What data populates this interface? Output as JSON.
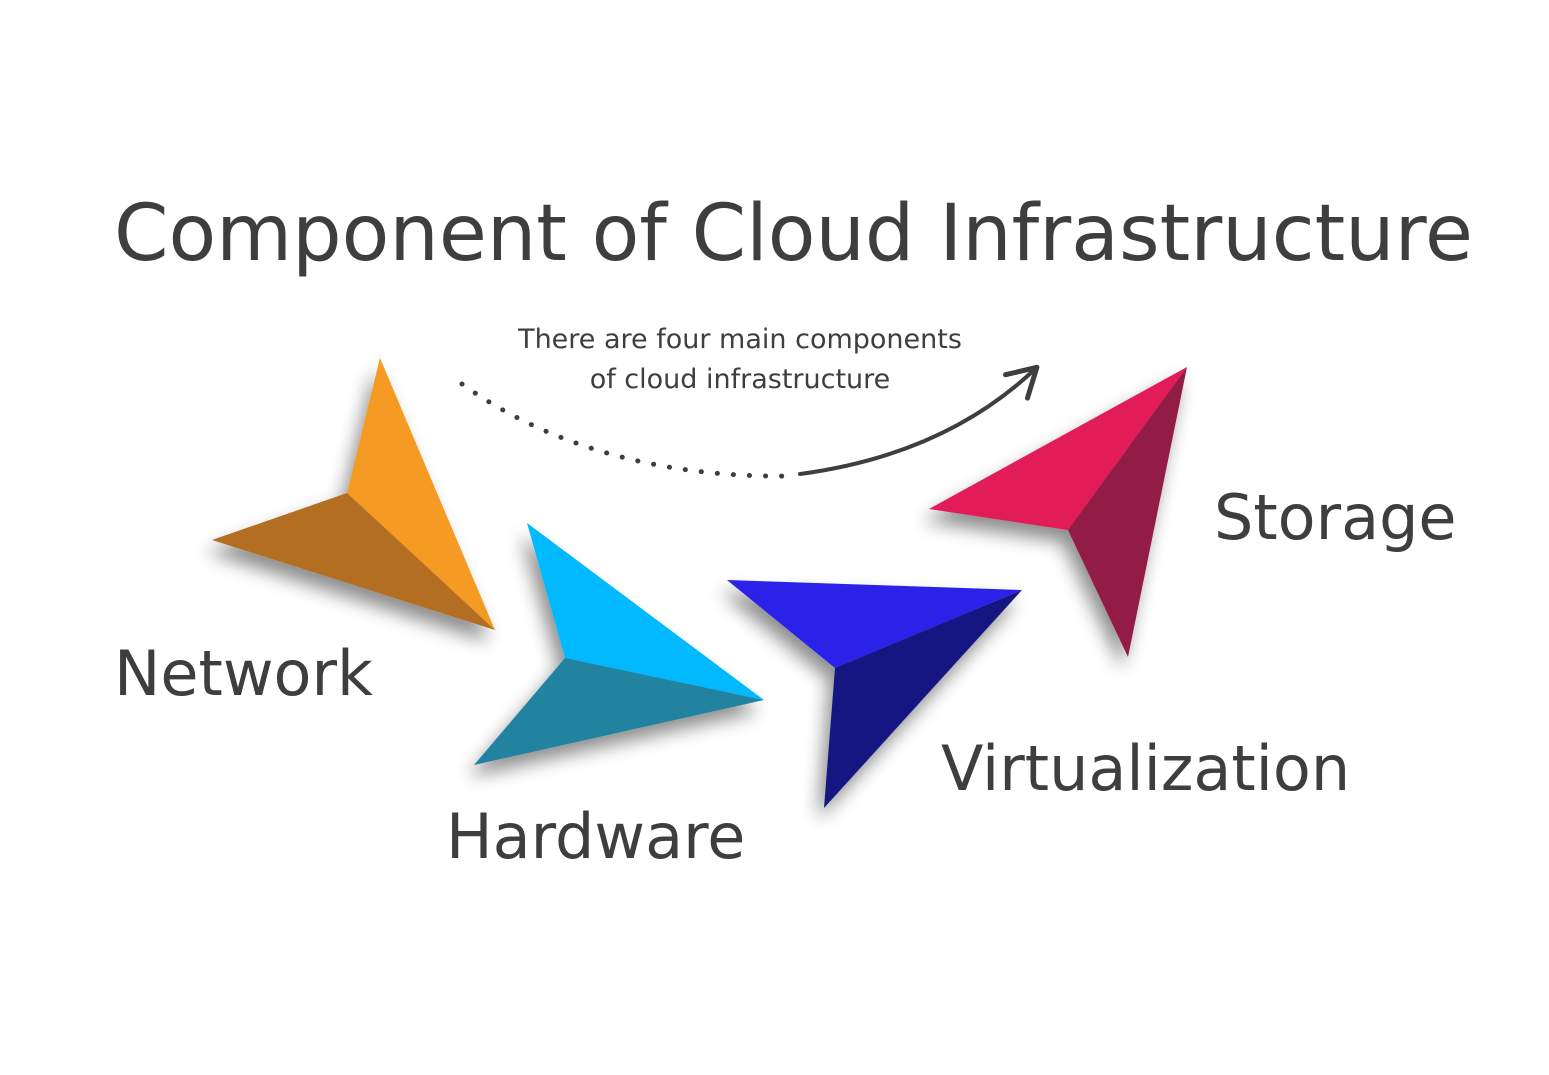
{
  "title": "Component of Cloud Infrastructure",
  "subtitle": {
    "line1": "There are four main components",
    "line2": "of cloud infrastructure"
  },
  "components": [
    {
      "label": "Network",
      "colors": {
        "light": "#f59a23",
        "dark": "#b36e24"
      }
    },
    {
      "label": "Hardware",
      "colors": {
        "light": "#00b9ff",
        "dark": "#2283a0"
      }
    },
    {
      "label": "Virtualization",
      "colors": {
        "light": "#2b22e8",
        "dark": "#171682"
      }
    },
    {
      "label": "Storage",
      "colors": {
        "light": "#e21a58",
        "dark": "#921c45"
      }
    }
  ],
  "text_color": "#3d3e40",
  "connector_icon": "dotted-curved-arrow-icon"
}
